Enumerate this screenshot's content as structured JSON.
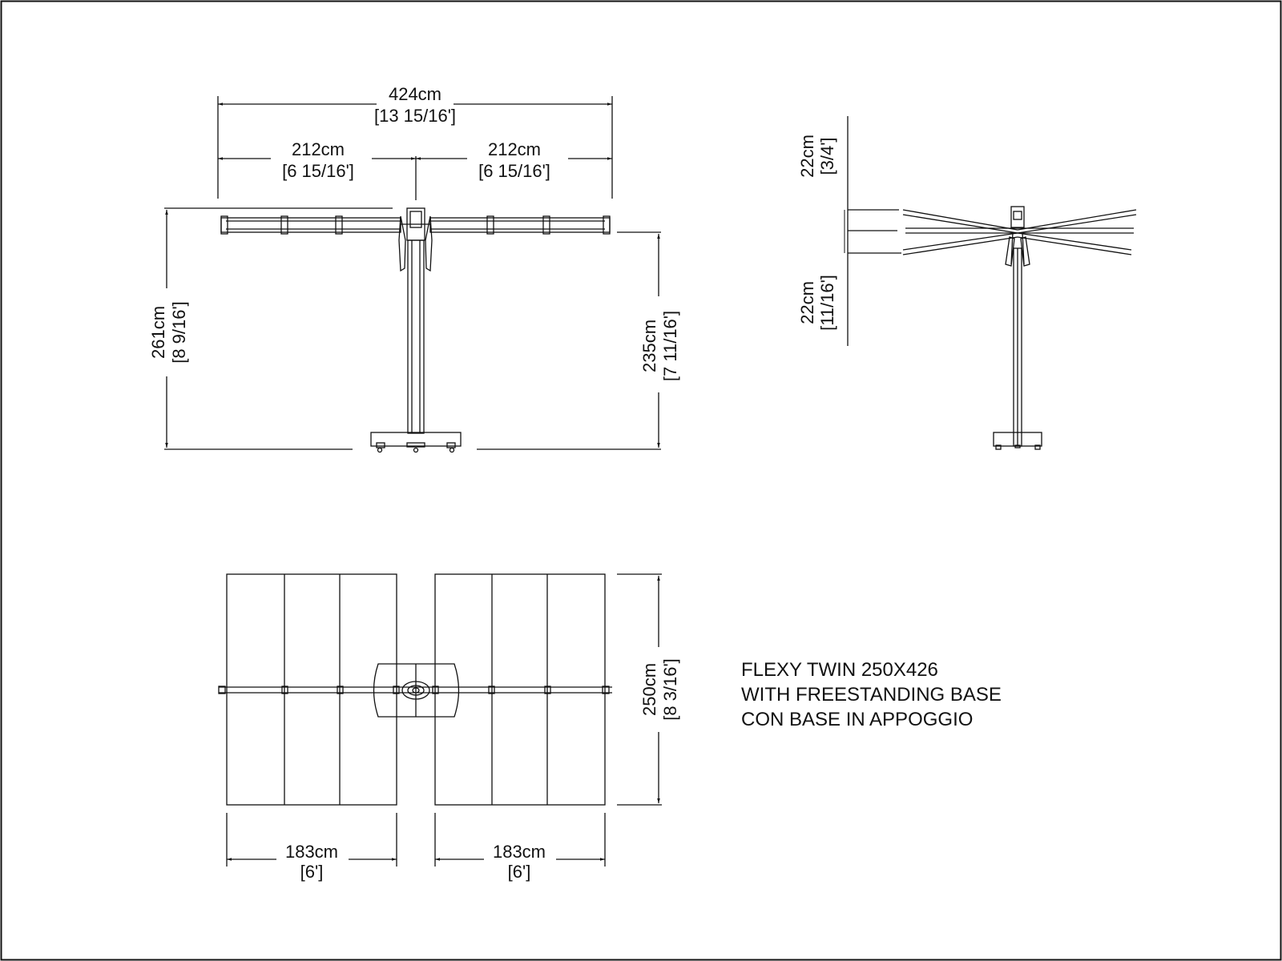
{
  "front_view": {
    "overall_width": {
      "metric": "424cm",
      "imperial": "[13 15/16']"
    },
    "left_arm": {
      "metric": "212cm",
      "imperial": "[6 15/16']"
    },
    "right_arm": {
      "metric": "212cm",
      "imperial": "[6 15/16']"
    },
    "total_height": {
      "metric": "261cm",
      "imperial": "[8 9/16']"
    },
    "clear_height": {
      "metric": "235cm",
      "imperial": "[7 11/16']"
    }
  },
  "side_view": {
    "upper_tilt": {
      "metric": "22cm",
      "imperial": "[3/4']"
    },
    "lower_tilt": {
      "metric": "22cm",
      "imperial": "[11/16']"
    }
  },
  "top_view": {
    "depth": {
      "metric": "250cm",
      "imperial": "[8 3/16']"
    },
    "left_canopy": {
      "metric": "183cm",
      "imperial": "[6']"
    },
    "right_canopy": {
      "metric": "183cm",
      "imperial": "[6']"
    }
  },
  "title_block": {
    "line1": "FLEXY TWIN 250X426",
    "line2": "WITH FREESTANDING BASE",
    "line3": "CON BASE IN APPOGGIO"
  },
  "colors": {
    "ink": "#111111",
    "paper": "#ffffff"
  }
}
